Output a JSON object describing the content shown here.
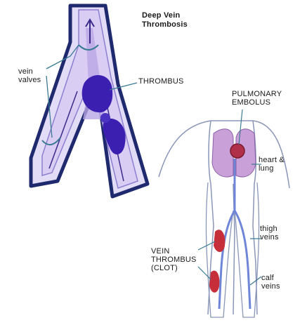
{
  "title": "Deep Vein\nThrombosis",
  "labels": {
    "vein_valves": "vein\nvalves",
    "thrombus": "THROMBUS",
    "pulmonary_embolus": "PULMONARY\nEMBOLUS",
    "heart_lung": "heart &\nlung",
    "thigh_veins": "thigh\nveins",
    "vein_thrombus_clot": "VEIN\nTHROMBUS\n(CLOT)",
    "calf_veins": "calf\nveins"
  },
  "colors": {
    "vein_wall": "#1f2a6e",
    "vein_fill": "#e3dcf7",
    "blood_flow": "#b9a6e6",
    "thrombus": "#3a1fb0",
    "lungs": "#c9a0d8",
    "embolus": "#b0304a",
    "vessels": "#6f86d8",
    "clot_leg": "#c62f3a",
    "leader_line": "#3a7a93"
  }
}
